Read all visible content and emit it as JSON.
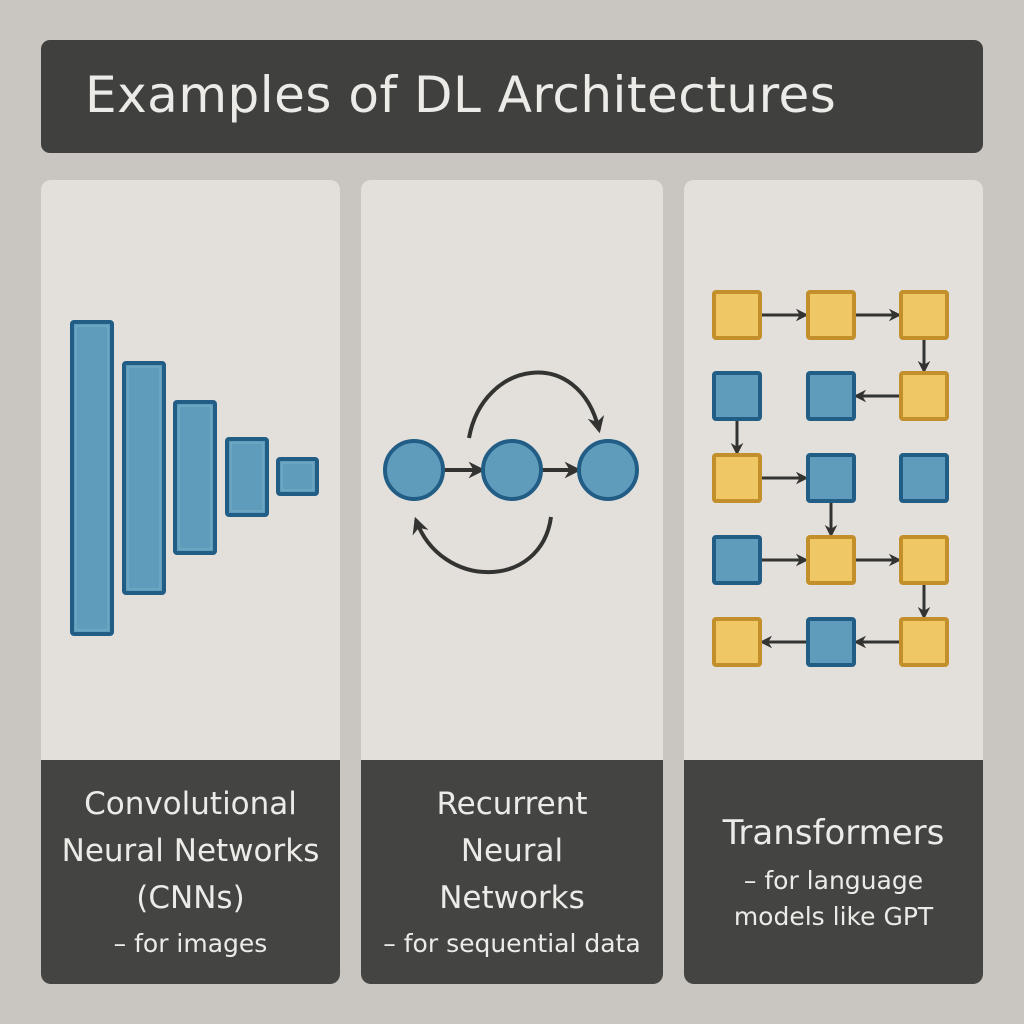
{
  "header": {
    "title": "Examples of DL Architectures"
  },
  "colors": {
    "background": "#c9c6c1",
    "panel": "#e3e0dc",
    "dark": "#444542",
    "blue_fill": "#5f9bbb",
    "blue_stroke": "#215d85",
    "yellow_fill": "#efc865",
    "yellow_stroke": "#c38f2a",
    "arrow": "#333431"
  },
  "panels": [
    {
      "name": "cnn",
      "title_lines": [
        "Convolutional",
        "Neural Networks",
        "(CNNs)"
      ],
      "subtitle_lines": [
        "– for images"
      ],
      "diagram": {
        "type": "stacked-layers",
        "layers": 5
      }
    },
    {
      "name": "rnn",
      "title_lines": [
        "Recurrent",
        "Neural",
        "Networks"
      ],
      "subtitle_lines": [
        "– for sequential data"
      ],
      "diagram": {
        "type": "recurrent-chain",
        "nodes": 3,
        "loop_arrows": 2
      }
    },
    {
      "name": "transformer",
      "title_lines": [
        "Transformers"
      ],
      "subtitle_lines": [
        "– for language",
        "models like GPT"
      ],
      "diagram": {
        "type": "block-grid",
        "grid": [
          [
            "yellow",
            "yellow",
            "yellow"
          ],
          [
            "blue",
            "blue",
            "yellow"
          ],
          [
            "yellow",
            "blue",
            "blue"
          ],
          [
            "blue",
            "yellow",
            "yellow"
          ],
          [
            "yellow",
            "blue",
            "yellow"
          ]
        ],
        "arrows": [
          [
            [
              0,
              0
            ],
            [
              0,
              1
            ]
          ],
          [
            [
              0,
              1
            ],
            [
              0,
              2
            ]
          ],
          [
            [
              0,
              2
            ],
            [
              1,
              2
            ]
          ],
          [
            [
              1,
              2
            ],
            [
              1,
              1
            ]
          ],
          [
            [
              1,
              0
            ],
            [
              2,
              0
            ]
          ],
          [
            [
              2,
              0
            ],
            [
              2,
              1
            ]
          ],
          [
            [
              2,
              1
            ],
            [
              3,
              1
            ]
          ],
          [
            [
              3,
              0
            ],
            [
              3,
              1
            ]
          ],
          [
            [
              3,
              1
            ],
            [
              3,
              2
            ]
          ],
          [
            [
              3,
              2
            ],
            [
              4,
              2
            ]
          ],
          [
            [
              4,
              2
            ],
            [
              4,
              1
            ]
          ],
          [
            [
              4,
              1
            ],
            [
              4,
              0
            ]
          ]
        ]
      }
    }
  ]
}
